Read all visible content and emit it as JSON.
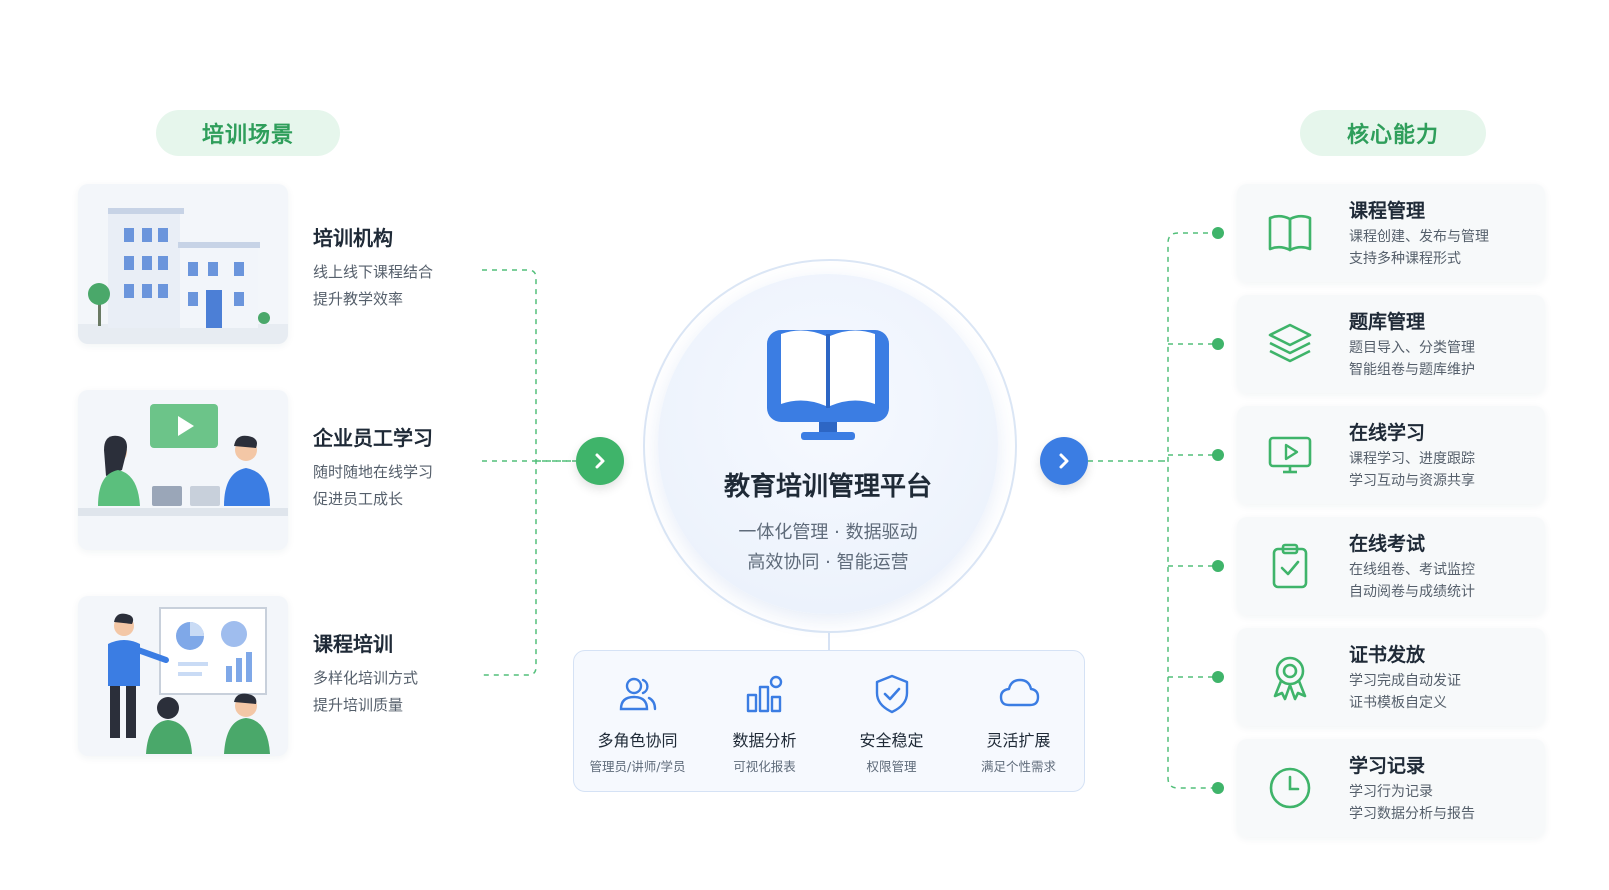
{
  "left_header": "培训场景",
  "right_header": "核心能力",
  "scenes": [
    {
      "title": "培训机构",
      "line1": "线上线下课程结合",
      "line2": "提升教学效率"
    },
    {
      "title": "企业员工学习",
      "line1": "随时随地在线学习",
      "line2": "促进员工成长"
    },
    {
      "title": "课程培训",
      "line1": "多样化培训方式",
      "line2": "提升培训质量"
    }
  ],
  "center": {
    "title": "教育培训管理平台",
    "sub1": "一体化管理 · 数据驱动",
    "sub2": "高效协同 · 智能运营"
  },
  "features": [
    {
      "label": "多角色协同",
      "sub": "管理员/讲师/学员",
      "icon": "users-icon"
    },
    {
      "label": "数据分析",
      "sub": "可视化报表",
      "icon": "analytics-icon"
    },
    {
      "label": "安全稳定",
      "sub": "权限管理",
      "icon": "shield-icon"
    },
    {
      "label": "灵活扩展",
      "sub": "满足个性需求",
      "icon": "cloud-icon"
    }
  ],
  "capabilities": [
    {
      "title": "课程管理",
      "line1": "课程创建、发布与管理",
      "line2": "支持多种课程形式",
      "icon": "book-icon"
    },
    {
      "title": "题库管理",
      "line1": "题目导入、分类管理",
      "line2": "智能组卷与题库维护",
      "icon": "layers-icon"
    },
    {
      "title": "在线学习",
      "line1": "课程学习、进度跟踪",
      "line2": "学习互动与资源共享",
      "icon": "monitor-play-icon"
    },
    {
      "title": "在线考试",
      "line1": "在线组卷、考试监控",
      "line2": "自动阅卷与成绩统计",
      "icon": "clipboard-check-icon"
    },
    {
      "title": "证书发放",
      "line1": "学习完成自动发证",
      "line2": "证书模板自定义",
      "icon": "award-icon"
    },
    {
      "title": "学习记录",
      "line1": "学习行为记录",
      "line2": "学习数据分析与报告",
      "icon": "clock-icon"
    }
  ],
  "colors": {
    "green": "#3fb46a",
    "blue": "#3b7de3",
    "pill_bg": "#e6f6ec"
  }
}
